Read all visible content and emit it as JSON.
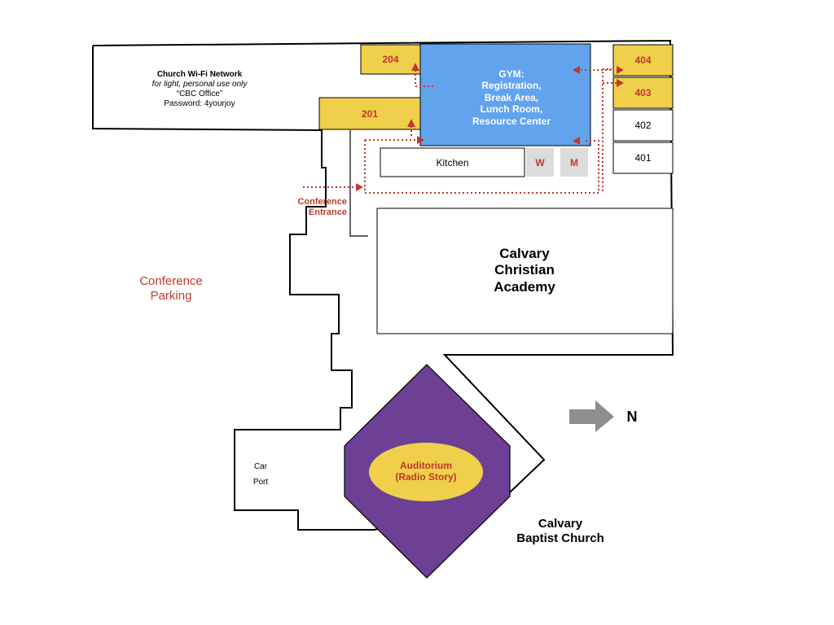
{
  "wifi": {
    "title": "Church Wi-Fi Network",
    "note": "for light, personal use only",
    "ssid": "“CBC Office”",
    "password": "Password: 4yourjoy"
  },
  "rooms": {
    "r204": "204",
    "r201": "201",
    "r404": "404",
    "r403": "403",
    "r402": "402",
    "r401": "401",
    "kitchen": "Kitchen",
    "women": "W",
    "men": "M"
  },
  "gym": {
    "line1": "GYM:",
    "line2": "Registration,",
    "line3": "Break Area,",
    "line4": "Lunch Room,",
    "line5": "Resource Center"
  },
  "entrance": {
    "line1": "Conference",
    "line2": "Entrance"
  },
  "parking": {
    "line1": "Conference",
    "line2": "Parking"
  },
  "academy": {
    "line1": "Calvary",
    "line2": "Christian",
    "line3": "Academy"
  },
  "carport": {
    "line1": "Car",
    "line2": "Port"
  },
  "auditorium": {
    "line1": "Auditorium",
    "line2": "(Radio Story)"
  },
  "church": {
    "line1": "Calvary",
    "line2": "Baptist Church"
  },
  "compass": {
    "label": "N"
  },
  "colors": {
    "room_highlight": "#f0d04a",
    "gym": "#62a3ee",
    "auditorium": "#6d3f95",
    "route": "#c0392b",
    "restroom": "#dcdcdc",
    "arrow": "#8e8e8e"
  }
}
